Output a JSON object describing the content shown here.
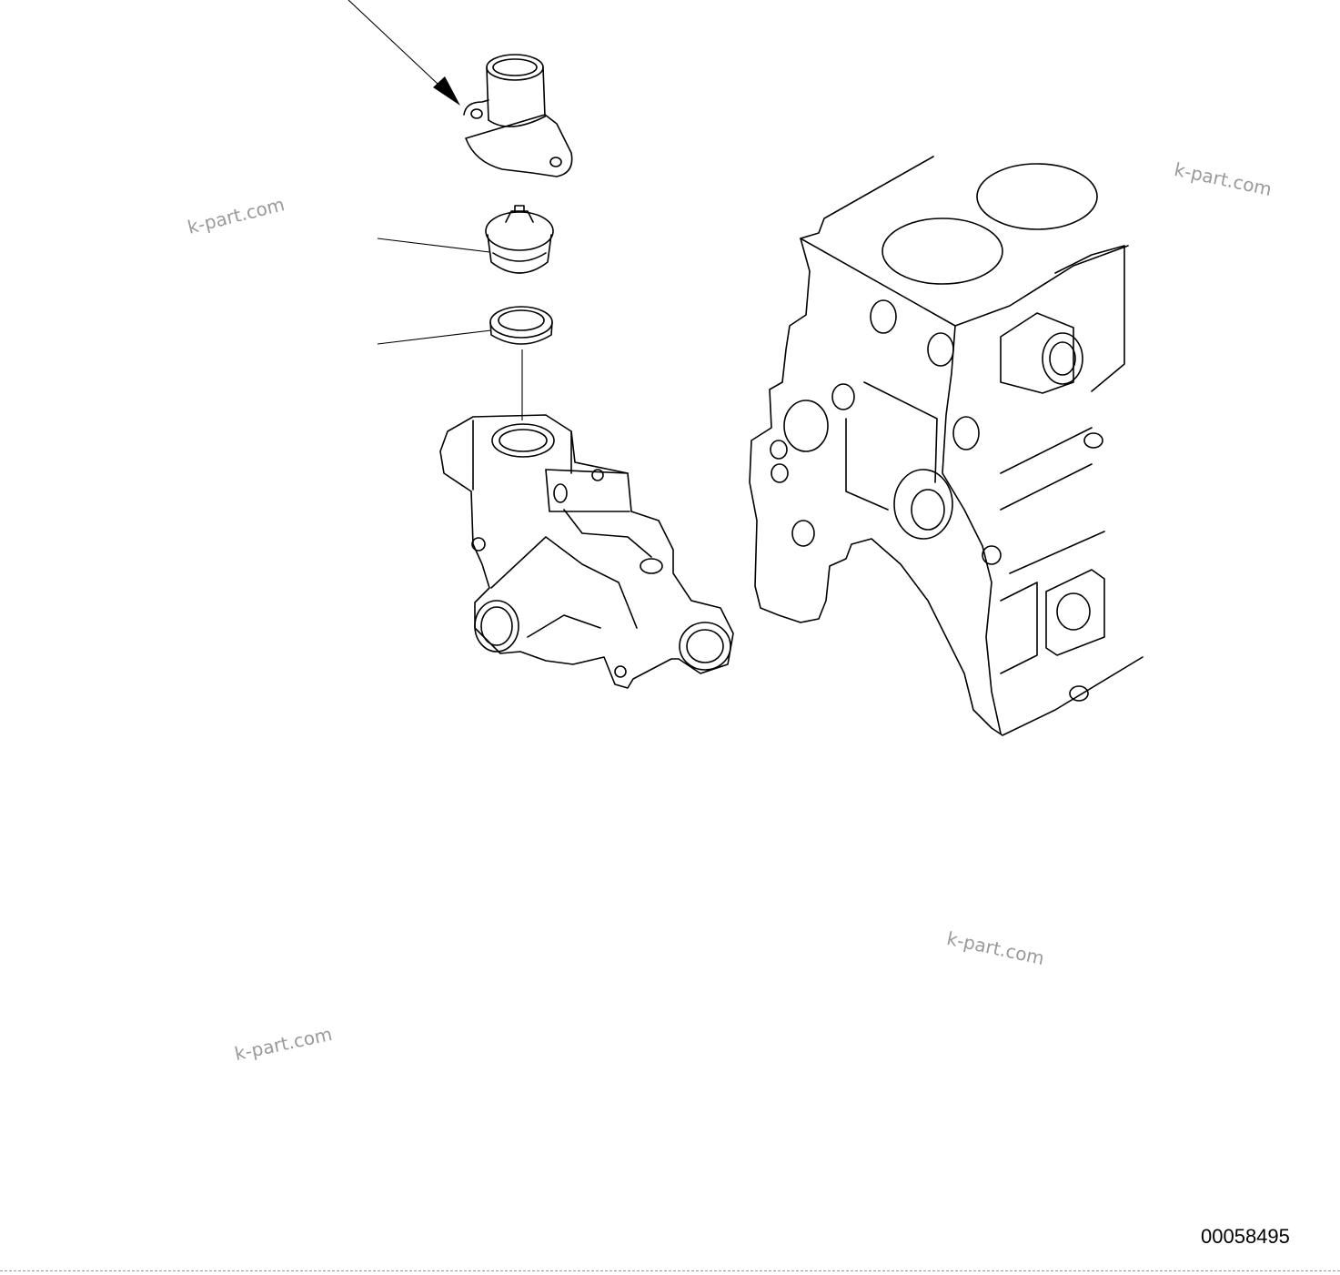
{
  "diagram": {
    "reference_number": "00058495",
    "watermarks": [
      "k-part.com",
      "k-part.com",
      "k-part.com",
      "k-part.com"
    ],
    "parts": [
      {
        "icon": "thermostat-cover-icon"
      },
      {
        "icon": "thermostat-icon"
      },
      {
        "icon": "seal-ring-icon"
      },
      {
        "icon": "water-pump-housing-icon"
      },
      {
        "icon": "cylinder-block-icon"
      }
    ]
  }
}
